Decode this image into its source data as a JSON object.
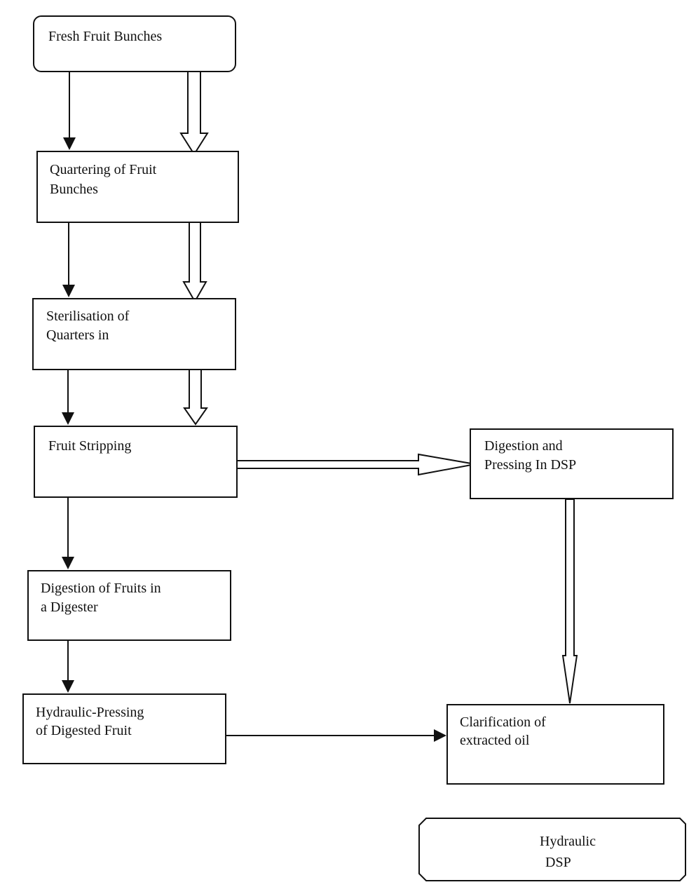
{
  "nodes": {
    "fresh": {
      "lines": [
        "Fresh Fruit Bunches"
      ]
    },
    "quartering": {
      "lines": [
        "Quartering of Fruit",
        "Bunches"
      ]
    },
    "sterilisation": {
      "lines": [
        "Sterilisation of",
        "Quarters in"
      ]
    },
    "stripping": {
      "lines": [
        "Fruit Stripping"
      ]
    },
    "digestion_dsp": {
      "lines": [
        "Digestion and",
        "Pressing In DSP"
      ]
    },
    "digestion_fruits": {
      "lines": [
        "Digestion of Fruits in",
        "a Digester"
      ]
    },
    "hydraulic_pressing": {
      "lines": [
        "Hydraulic-Pressing",
        "of Digested Fruit"
      ]
    },
    "clarification": {
      "lines": [
        "Clarification of",
        "extracted oil"
      ]
    }
  },
  "legend": {
    "hydraulic": "Hydraulic",
    "dsp": "DSP"
  },
  "colors": {
    "stroke": "#111111",
    "background": "#ffffff"
  }
}
